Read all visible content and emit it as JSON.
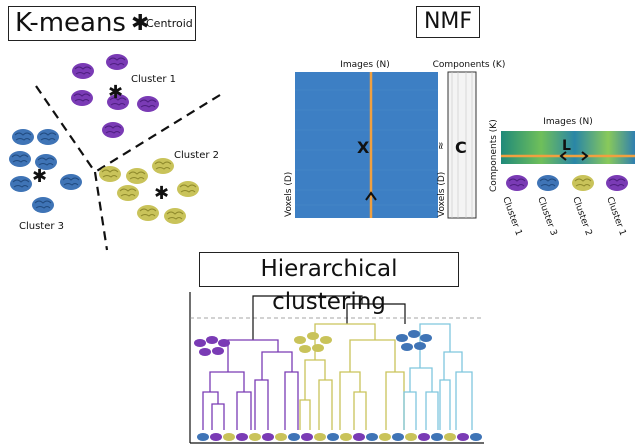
{
  "kmeans": {
    "title": "K-means",
    "legend_symbol": "✱",
    "legend_label": "Centroid",
    "clusters": [
      "Cluster 1",
      "Cluster 2",
      "Cluster 3"
    ]
  },
  "nmf": {
    "title": "NMF",
    "images_label": "Images (N)",
    "components_label": "Components (K)",
    "voxels_label": "Voxels (D)",
    "components_side_label": "Components (K)",
    "images_label_2": "Images (N)",
    "X": "X",
    "C": "C",
    "L": "L",
    "approx": "≈",
    "brain_clusters": [
      "Cluster 1",
      "Cluster 3",
      "Cluster 2",
      "Cluster 1"
    ]
  },
  "hierarchical": {
    "title": "Hierarchical clustering"
  },
  "colors": {
    "purple": "#7a3bb5",
    "blue": "#3f74b6",
    "yellow": "#c9c35a",
    "cyan": "#7fc6de",
    "orange": "#f0a040",
    "matrix_blue": "#3d7fc4"
  },
  "icons": {
    "brain": "brain-icon",
    "centroid": "centroid-star-icon",
    "arrow": "arrowhead-icon"
  }
}
